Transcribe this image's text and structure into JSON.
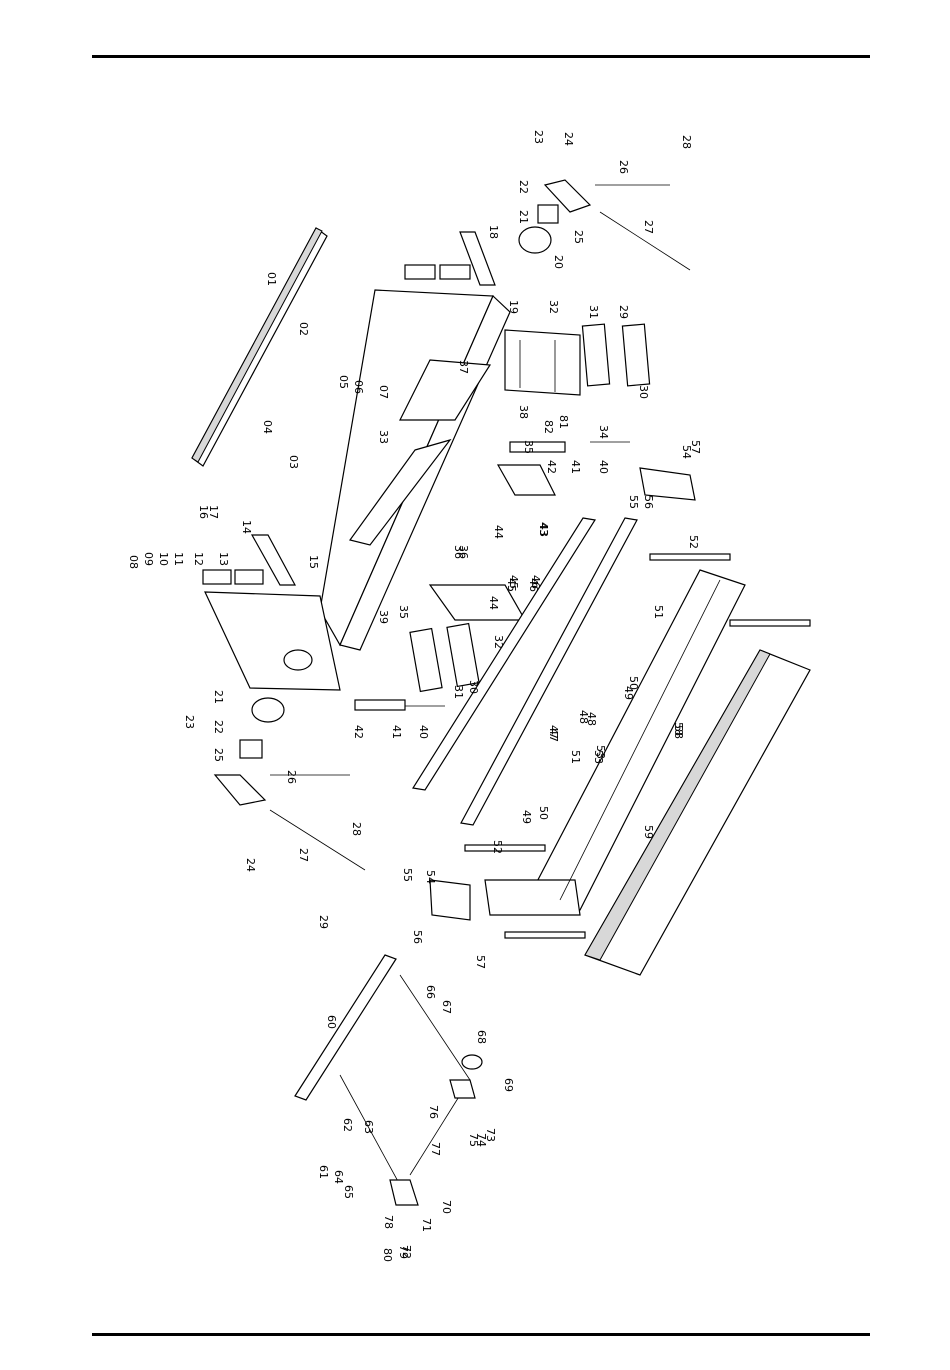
{
  "diagram": {
    "type": "exploded parts diagram",
    "rotation": "text rotated 90 degrees clockwise",
    "labels": [
      {
        "id": "p01",
        "text": "01"
      },
      {
        "id": "p02",
        "text": "02"
      },
      {
        "id": "p03",
        "text": "03"
      },
      {
        "id": "p04",
        "text": "04"
      },
      {
        "id": "p05",
        "text": "05"
      },
      {
        "id": "p06",
        "text": "06"
      },
      {
        "id": "p07",
        "text": "07"
      },
      {
        "id": "p08",
        "text": "08"
      },
      {
        "id": "p09",
        "text": "09"
      },
      {
        "id": "p10",
        "text": "10"
      },
      {
        "id": "p11",
        "text": "11"
      },
      {
        "id": "p12",
        "text": "12"
      },
      {
        "id": "p13",
        "text": "13"
      },
      {
        "id": "p14",
        "text": "14"
      },
      {
        "id": "p15",
        "text": "15"
      },
      {
        "id": "p16",
        "text": "16"
      },
      {
        "id": "p17",
        "text": "17"
      },
      {
        "id": "p18",
        "text": "18"
      },
      {
        "id": "p19",
        "text": "19"
      },
      {
        "id": "p20",
        "text": "20"
      },
      {
        "id": "p21",
        "text": "21"
      },
      {
        "id": "p22",
        "text": "22"
      },
      {
        "id": "p23",
        "text": "23"
      },
      {
        "id": "p24",
        "text": "24"
      },
      {
        "id": "p25",
        "text": "25"
      },
      {
        "id": "p26",
        "text": "26"
      },
      {
        "id": "p27",
        "text": "27"
      },
      {
        "id": "p28",
        "text": "28"
      },
      {
        "id": "p29",
        "text": "29"
      },
      {
        "id": "p30",
        "text": "30"
      },
      {
        "id": "p31",
        "text": "31"
      },
      {
        "id": "p32",
        "text": "32"
      },
      {
        "id": "p33",
        "text": "33"
      },
      {
        "id": "p34",
        "text": "34"
      },
      {
        "id": "p35",
        "text": "35"
      },
      {
        "id": "p36",
        "text": "36"
      },
      {
        "id": "p37",
        "text": "37"
      },
      {
        "id": "p38",
        "text": "38"
      },
      {
        "id": "p39",
        "text": "39"
      },
      {
        "id": "p40",
        "text": "40"
      },
      {
        "id": "p41",
        "text": "41"
      },
      {
        "id": "p42",
        "text": "42"
      },
      {
        "id": "p43",
        "text": "43"
      },
      {
        "id": "p44",
        "text": "44"
      },
      {
        "id": "p45",
        "text": "45"
      },
      {
        "id": "p46",
        "text": "46"
      },
      {
        "id": "p47",
        "text": "47"
      },
      {
        "id": "p48",
        "text": "48"
      },
      {
        "id": "p49",
        "text": "49"
      },
      {
        "id": "p50",
        "text": "50"
      },
      {
        "id": "p51",
        "text": "51"
      },
      {
        "id": "p52",
        "text": "52"
      },
      {
        "id": "p53",
        "text": "53"
      },
      {
        "id": "p54",
        "text": "54"
      },
      {
        "id": "p55",
        "text": "55"
      },
      {
        "id": "p56",
        "text": "56"
      },
      {
        "id": "p57",
        "text": "57"
      },
      {
        "id": "p58",
        "text": "58"
      },
      {
        "id": "p59",
        "text": "59"
      },
      {
        "id": "p60",
        "text": "60"
      },
      {
        "id": "p61",
        "text": "61"
      },
      {
        "id": "p62",
        "text": "62"
      },
      {
        "id": "p63",
        "text": "63"
      },
      {
        "id": "p64",
        "text": "64"
      },
      {
        "id": "p65",
        "text": "65"
      },
      {
        "id": "p66",
        "text": "66"
      },
      {
        "id": "p67",
        "text": "67"
      },
      {
        "id": "p68",
        "text": "68"
      },
      {
        "id": "p69",
        "text": "69"
      },
      {
        "id": "p70",
        "text": "70"
      },
      {
        "id": "p71",
        "text": "71"
      },
      {
        "id": "p72",
        "text": "72"
      },
      {
        "id": "p73",
        "text": "73"
      },
      {
        "id": "p74",
        "text": "74"
      },
      {
        "id": "p75",
        "text": "75"
      },
      {
        "id": "p76",
        "text": "76"
      },
      {
        "id": "p77",
        "text": "77"
      },
      {
        "id": "p78",
        "text": "78"
      },
      {
        "id": "p79",
        "text": "79"
      },
      {
        "id": "p80",
        "text": "80"
      },
      {
        "id": "p81",
        "text": "81"
      },
      {
        "id": "p82",
        "text": "82"
      }
    ]
  }
}
